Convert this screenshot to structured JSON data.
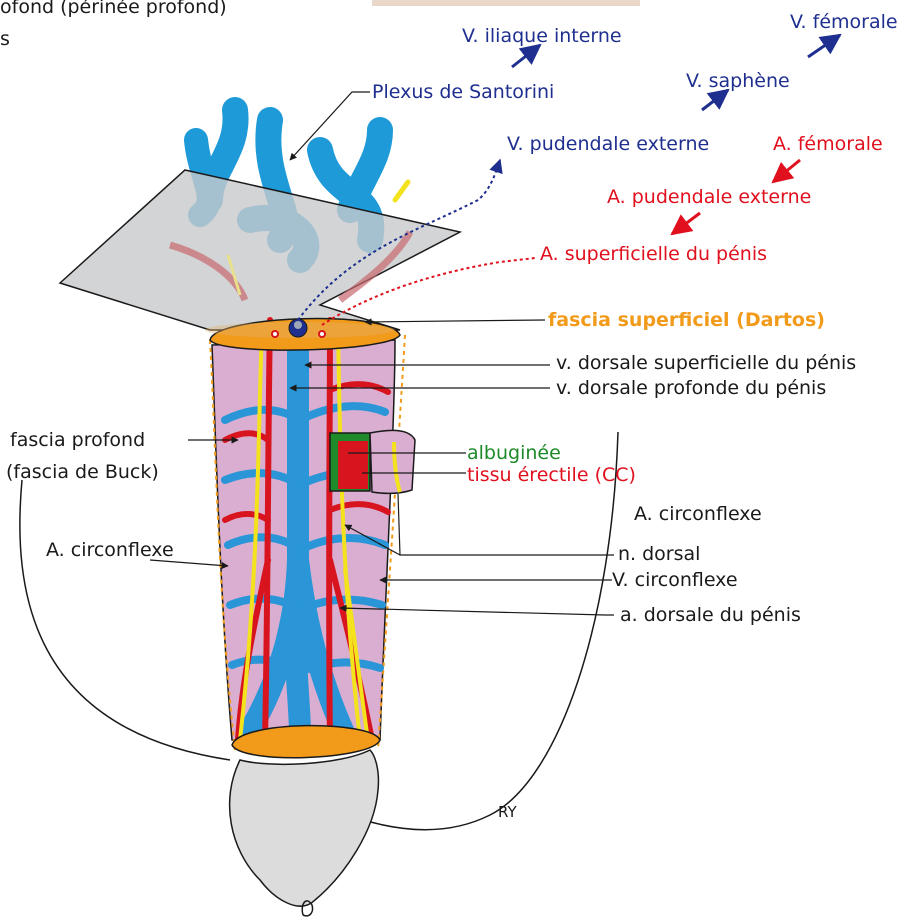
{
  "colors": {
    "vein": "#1f2f8f",
    "artery": "#e0101e",
    "fascia_superficial": "#f29a1a",
    "albuginea": "#1e8a2a",
    "text": "#1a1a1a",
    "penis_skin": "#d9aed0",
    "vein_fill": "#2a96d8",
    "artery_fill": "#d8141f",
    "nerve_fill": "#f3e21c"
  },
  "top_partial": {
    "line1": "ofond (périnée profond)",
    "line2": "s"
  },
  "labels": {
    "v_iliaque_interne": "V. iliaque interne",
    "v_femorale": "V. fémorale",
    "plexus_santorini": "Plexus de Santorini",
    "v_saphene": "V. saphène",
    "v_pudendale_externe": "V. pudendale externe",
    "a_femorale": "A. fémorale",
    "a_pudendale_externe": "A. pudendale externe",
    "a_superficielle_penis": "A. superficielle du pénis",
    "fascia_superficiel": "fascia superficiel (Dartos)",
    "v_dorsale_superficielle": "v. dorsale superficielle du pénis",
    "v_dorsale_profonde": "v. dorsale profonde du pénis",
    "fascia_profond_1": "fascia profond",
    "fascia_profond_2": "(fascia de Buck)",
    "albuginee": "albuginée",
    "tissu_erectile": "tissu érectile (CC)",
    "a_circonflexe_right": "A. circonflexe",
    "a_circonflexe_left": "A. circonflexe",
    "n_dorsal": "n. dorsal",
    "v_circonflexe": "V. circonflexe",
    "a_dorsale_penis": "a. dorsale du pénis"
  },
  "signature": "RY"
}
